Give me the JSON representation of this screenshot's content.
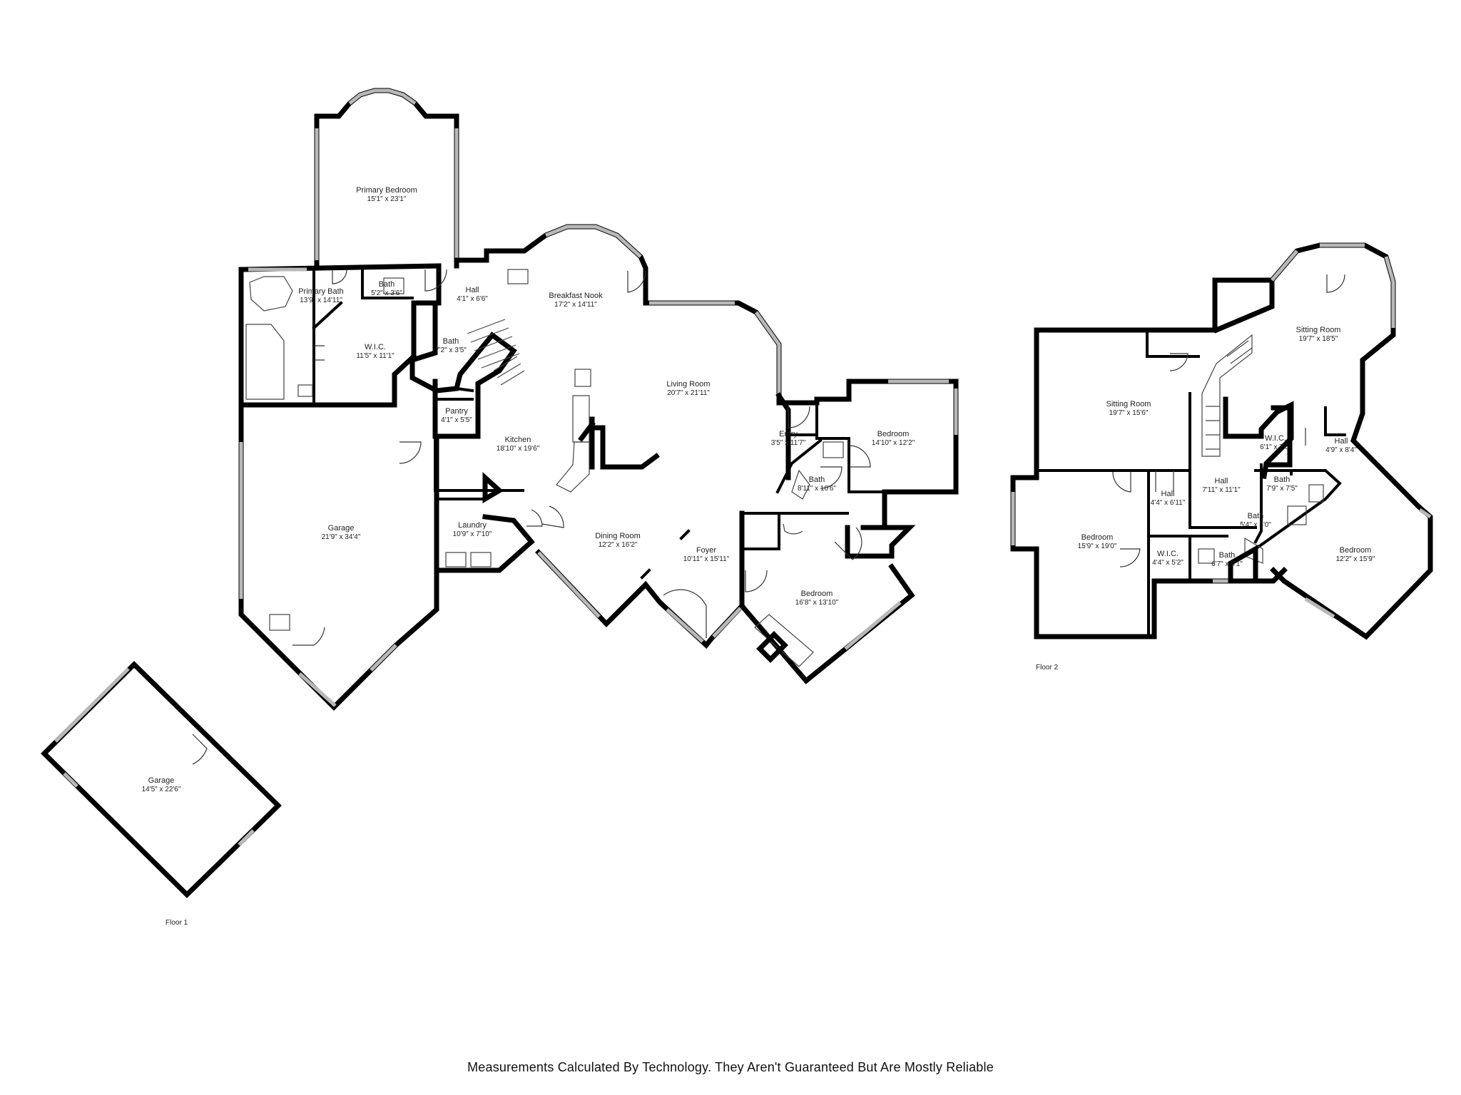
{
  "floors": [
    {
      "label": "Floor 1",
      "rooms": [
        {
          "name": "Primary Bedroom",
          "dims": "15'1\" x 23'1\""
        },
        {
          "name": "Primary Bath",
          "dims": "13'9\" x 14'11\""
        },
        {
          "name": "Bath",
          "dims": "5'2\" x 3'6\""
        },
        {
          "name": "Hall",
          "dims": "4'1\" x 6'6\""
        },
        {
          "name": "W.I.C.",
          "dims": "11'5\" x 11'1\""
        },
        {
          "name": "Bath",
          "dims": "7'2\" x 3'5\""
        },
        {
          "name": "Breakfast Nook",
          "dims": "17'2\" x 14'11\""
        },
        {
          "name": "Living Room",
          "dims": "20'7\" x 21'11\""
        },
        {
          "name": "Pantry",
          "dims": "4'1\" x 5'5\""
        },
        {
          "name": "Kitchen",
          "dims": "18'10\" x 19'6\""
        },
        {
          "name": "Entry",
          "dims": "3'5\" x 11'7\""
        },
        {
          "name": "Bedroom",
          "dims": "14'10\" x 12'2\""
        },
        {
          "name": "Bath",
          "dims": "8'11\" x 10'6\""
        },
        {
          "name": "Garage",
          "dims": "21'9\" x 34'4\""
        },
        {
          "name": "Laundry",
          "dims": "10'9\" x 7'10\""
        },
        {
          "name": "Dining Room",
          "dims": "12'2\" x 16'2\""
        },
        {
          "name": "Foyer",
          "dims": "10'11\" x 15'11\""
        },
        {
          "name": "Bedroom",
          "dims": "16'8\" x 13'10\""
        },
        {
          "name": "Garage",
          "dims": "14'5\" x 22'6\""
        }
      ]
    },
    {
      "label": "Floor 2",
      "rooms": [
        {
          "name": "Sitting Room",
          "dims": "19'7\" x 18'5\""
        },
        {
          "name": "Sitting Room",
          "dims": "19'7\" x 15'6\""
        },
        {
          "name": "W.I.C.",
          "dims": "6'1\" x 7'6\""
        },
        {
          "name": "Hall",
          "dims": "4'9\" x 8'4\""
        },
        {
          "name": "Hall",
          "dims": "7'11\" x 11'1\""
        },
        {
          "name": "Hall",
          "dims": "4'4\" x 6'11\""
        },
        {
          "name": "Bath",
          "dims": "7'9\" x 7'5\""
        },
        {
          "name": "Bath",
          "dims": "5'4\" x 5'0\""
        },
        {
          "name": "Bedroom",
          "dims": "15'9\" x 19'0\""
        },
        {
          "name": "W.I.C.",
          "dims": "4'4\" x 5'2\""
        },
        {
          "name": "Bath",
          "dims": "6'7\" x 5'1\""
        },
        {
          "name": "Bedroom",
          "dims": "12'2\" x 15'9\""
        }
      ]
    }
  ],
  "footer": "Measurements Calculated By Technology. They Aren't Guaranteed But Are Mostly Reliable"
}
